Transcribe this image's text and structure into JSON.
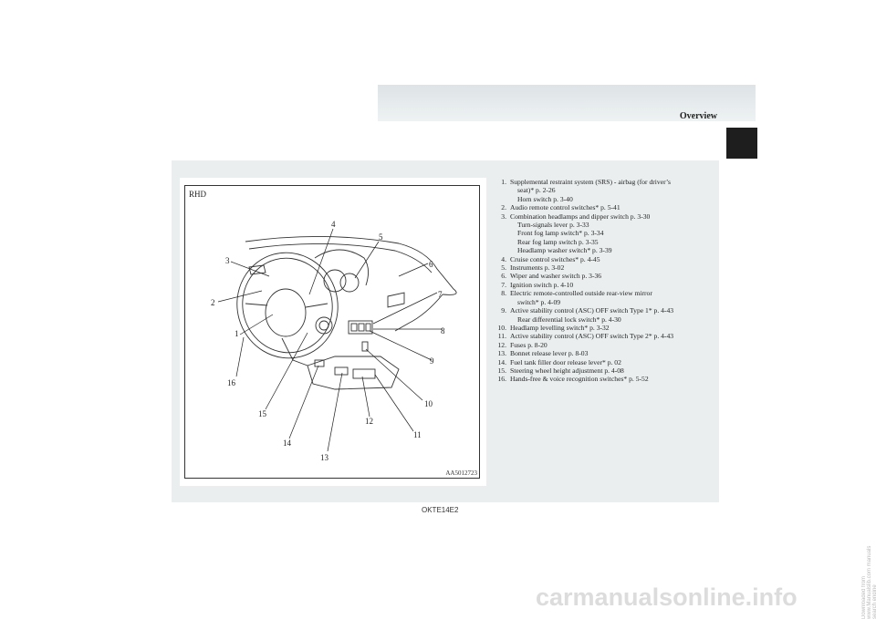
{
  "page": {
    "section_title": "Overview",
    "doc_code": "OKTE14E2",
    "watermark": "carmanualsonline.info",
    "side_mark": "Downloaded from www.Manualslib.com manuals search engine"
  },
  "figure": {
    "label": "RHD",
    "code": "AA5012723",
    "callouts": [
      "1",
      "2",
      "3",
      "4",
      "5",
      "6",
      "7",
      "8",
      "9",
      "10",
      "11",
      "12",
      "13",
      "14",
      "15",
      "16"
    ]
  },
  "items": [
    {
      "num": "1.",
      "lines": [
        "Supplemental restraint system (SRS) - airbag (for driver’s",
        "seat)* p. 2-26",
        "Horn switch p. 3-40"
      ]
    },
    {
      "num": "2.",
      "lines": [
        "Audio remote control switches* p. 5-41"
      ]
    },
    {
      "num": "3.",
      "lines": [
        "Combination headlamps and dipper switch p. 3-30",
        "Turn-signals lever p. 3-33",
        "Front fog lamp switch* p. 3-34",
        "Rear fog lamp switch p. 3-35",
        "Headlamp washer switch* p. 3-39"
      ]
    },
    {
      "num": "4.",
      "lines": [
        "Cruise control switches* p. 4-45"
      ]
    },
    {
      "num": "5.",
      "lines": [
        "Instruments p. 3-02"
      ]
    },
    {
      "num": "6.",
      "lines": [
        "Wiper and washer switch p. 3-36"
      ]
    },
    {
      "num": "7.",
      "lines": [
        "Ignition switch p. 4-10"
      ]
    },
    {
      "num": "8.",
      "lines": [
        "Electric remote-controlled outside rear-view mirror",
        "switch* p. 4-09"
      ]
    },
    {
      "num": "9.",
      "lines": [
        "Active stability control (ASC) OFF switch Type 1* p. 4-43",
        "Rear differential lock switch* p. 4-30"
      ]
    },
    {
      "num": "10.",
      "lines": [
        "Headlamp levelling switch* p. 3-32"
      ]
    },
    {
      "num": "11.",
      "lines": [
        "Active stability control (ASC) OFF switch Type 2* p. 4-43"
      ]
    },
    {
      "num": "12.",
      "lines": [
        "Fuses p. 8-20"
      ]
    },
    {
      "num": "13.",
      "lines": [
        "Bonnet release lever p. 8-03"
      ]
    },
    {
      "num": "14.",
      "lines": [
        "Fuel tank filler door release lever* p. 02"
      ]
    },
    {
      "num": "15.",
      "lines": [
        "Steering wheel height adjustment p. 4-08"
      ]
    },
    {
      "num": "16.",
      "lines": [
        "Hands-free & voice recognition switches* p. 5-52"
      ]
    }
  ]
}
